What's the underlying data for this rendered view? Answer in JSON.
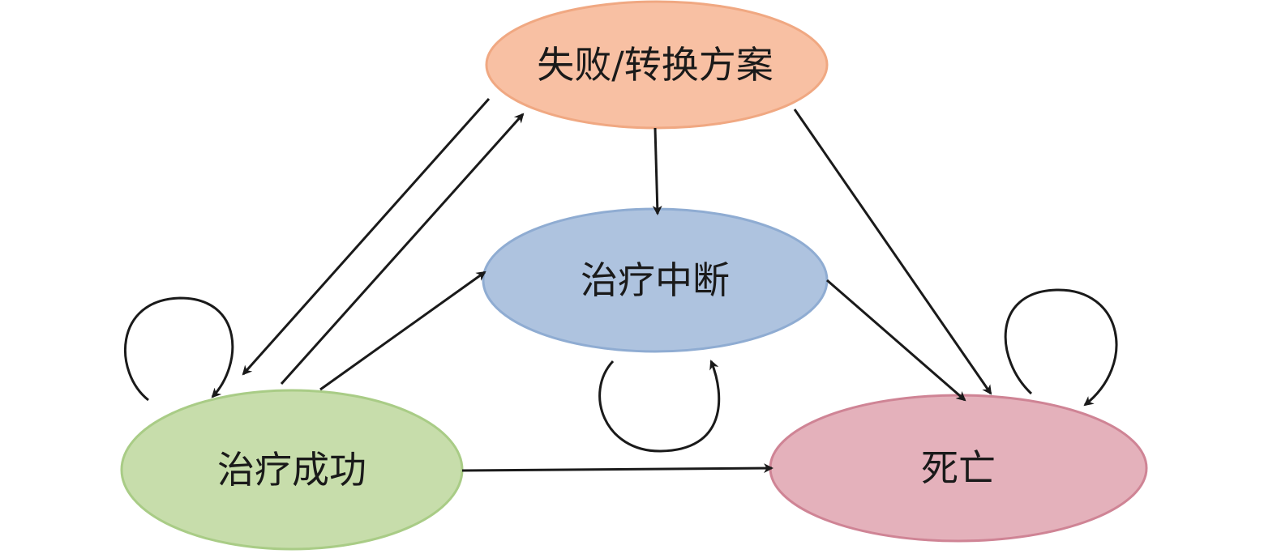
{
  "nodes": {
    "failure": {
      "label": "失败/转换方案",
      "fill": "#f8c0a3",
      "stroke": "#f0a882"
    },
    "interrupt": {
      "label": "治疗中断",
      "fill": "#aec3df",
      "stroke": "#8facd2"
    },
    "success": {
      "label": "治疗成功",
      "fill": "#c7ddab",
      "stroke": "#a9cc86"
    },
    "death": {
      "label": "死亡",
      "fill": "#e4b1bb",
      "stroke": "#cf8495"
    }
  },
  "edge_color": "#1a1a1a"
}
